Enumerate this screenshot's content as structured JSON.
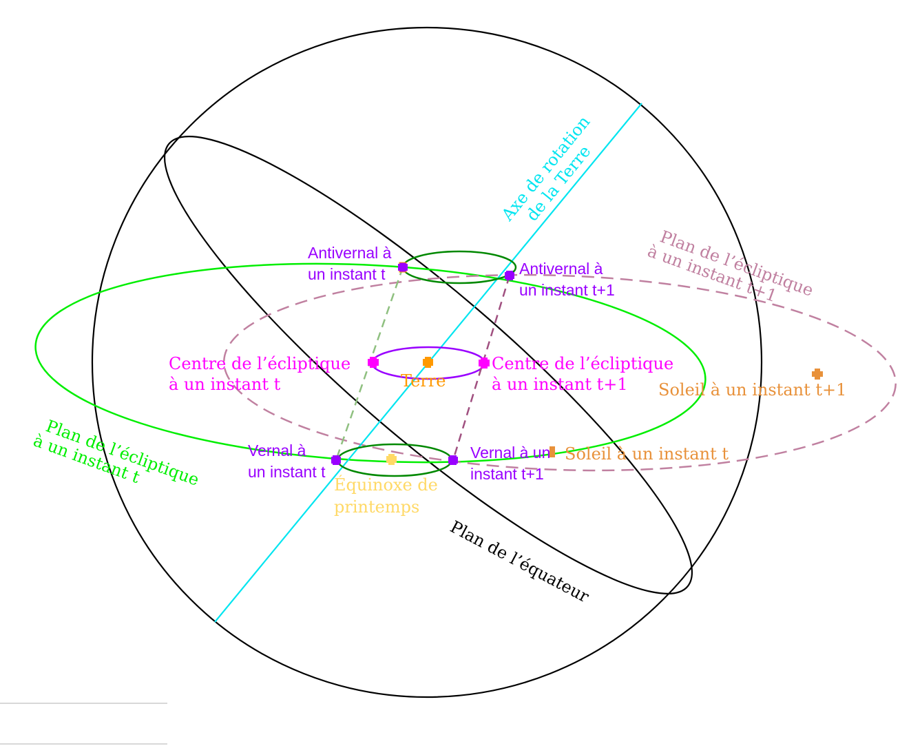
{
  "colors": {
    "sphere": "#000000",
    "axis": "#00e5f0",
    "ecliptic_t": "#00ee00",
    "ecliptic_t1": "#c080a0",
    "vernal": "#9900ff",
    "centre": "#ff00ff",
    "sun": "#e8913a",
    "earth": "#ff9900",
    "equinox": "#ffd966",
    "small_orbit": "#008800"
  },
  "labels": {
    "axis": [
      "Axe de rotation",
      "de la Terre"
    ],
    "ecliptic_t1": [
      "Plan de l’écliptique",
      "à un instant t+1"
    ],
    "ecliptic_t": [
      "Plan de l’écliptique",
      "à un instant t"
    ],
    "equator": "Plan de l’équateur",
    "antivernal_t": [
      "Antivernal à",
      "un instant t"
    ],
    "antivernal_t1": [
      "Antivernal à",
      "un instant t+1"
    ],
    "centre_t": [
      "Centre de l’écliptique",
      "à un instant t"
    ],
    "centre_t1": [
      "Centre de l’écliptique",
      "à un instant t+1"
    ],
    "earth": "Terre",
    "sun_t1": "Soleil à un instant t+1",
    "sun_t": "Soleil à un instant t",
    "vernal_t": [
      "Vernal à",
      "un instant t"
    ],
    "vernal_t1": [
      "Vernal à un",
      "instant t+1"
    ],
    "equinox": [
      "Équinoxe de",
      "printemps"
    ]
  }
}
